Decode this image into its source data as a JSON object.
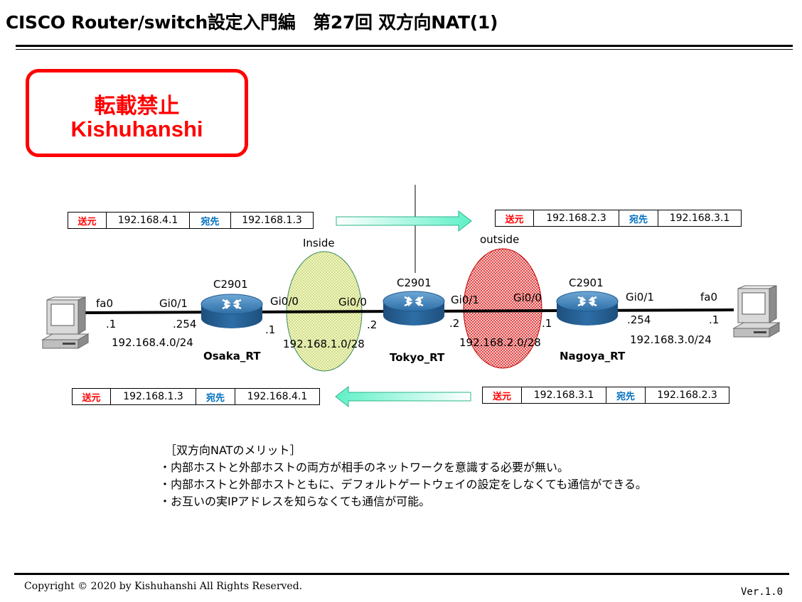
{
  "title": "CISCO Router/switch設定入門編　第27回 双方向NAT(1)",
  "stamp": {
    "line1": "転載禁止",
    "line2": "Kishuhanshi"
  },
  "colors": {
    "stamp_red": "#ff0000",
    "src_red": "#ff0000",
    "dst_blue": "#0070c0",
    "inside_fill": "#eef3b8",
    "outside_fill": "#e63a3a",
    "arrow_fill": "#7fffd4"
  },
  "zones": {
    "inside": "Inside",
    "outside": "outside"
  },
  "packets": {
    "top_left": {
      "src_label": "送元",
      "src": "192.168.4.1",
      "dst_label": "宛先",
      "dst": "192.168.1.3"
    },
    "top_right": {
      "src_label": "送元",
      "src": "192.168.2.3",
      "dst_label": "宛先",
      "dst": "192.168.3.1"
    },
    "bottom_left": {
      "src_label": "送元",
      "src": "192.168.1.3",
      "dst_label": "宛先",
      "dst": "192.168.4.1"
    },
    "bottom_right": {
      "src_label": "送元",
      "src": "192.168.3.1",
      "dst_label": "宛先",
      "dst": "192.168.2.3"
    }
  },
  "routers": {
    "osaka": {
      "model": "C2901",
      "name": "Osaka_RT"
    },
    "tokyo": {
      "model": "C2901",
      "name": "Tokyo_RT"
    },
    "nagoya": {
      "model": "C2901",
      "name": "Nagoya_RT"
    }
  },
  "links": {
    "left_pc_if": "fa0",
    "left_pc_host": ".1",
    "osaka_left_if": "Gi0/1",
    "osaka_left_host": ".254",
    "net_left": "192.168.4.0/24",
    "osaka_right_if": "Gi0/0",
    "osaka_right_host": ".1",
    "tokyo_left_if": "Gi0/0",
    "tokyo_left_host": ".2",
    "net_inside": "192.168.1.0/28",
    "tokyo_right_if": "Gi0/1",
    "tokyo_right_host": ".2",
    "nagoya_left_if": "Gi0/0",
    "nagoya_left_host": ".1",
    "net_outside": "192.168.2.0/28",
    "nagoya_right_if": "Gi0/1",
    "nagoya_right_host": ".254",
    "right_pc_if": "fa0",
    "right_pc_host": ".1",
    "net_right": "192.168.3.0/24"
  },
  "notes": {
    "heading": "［双方向NATのメリット］",
    "items": [
      "・内部ホストと外部ホストの両方が相手のネットワークを意識する必要が無い。",
      "・内部ホストと外部ホストともに、デフォルトゲートウェイの設定をしなくても通信ができる。",
      "・お互いの実IPアドレスを知らなくても通信が可能。"
    ]
  },
  "footer": {
    "copyright": "Copyright © 2020 by Kishuhanshi All Rights Reserved.",
    "version": "Ver.1.0"
  }
}
